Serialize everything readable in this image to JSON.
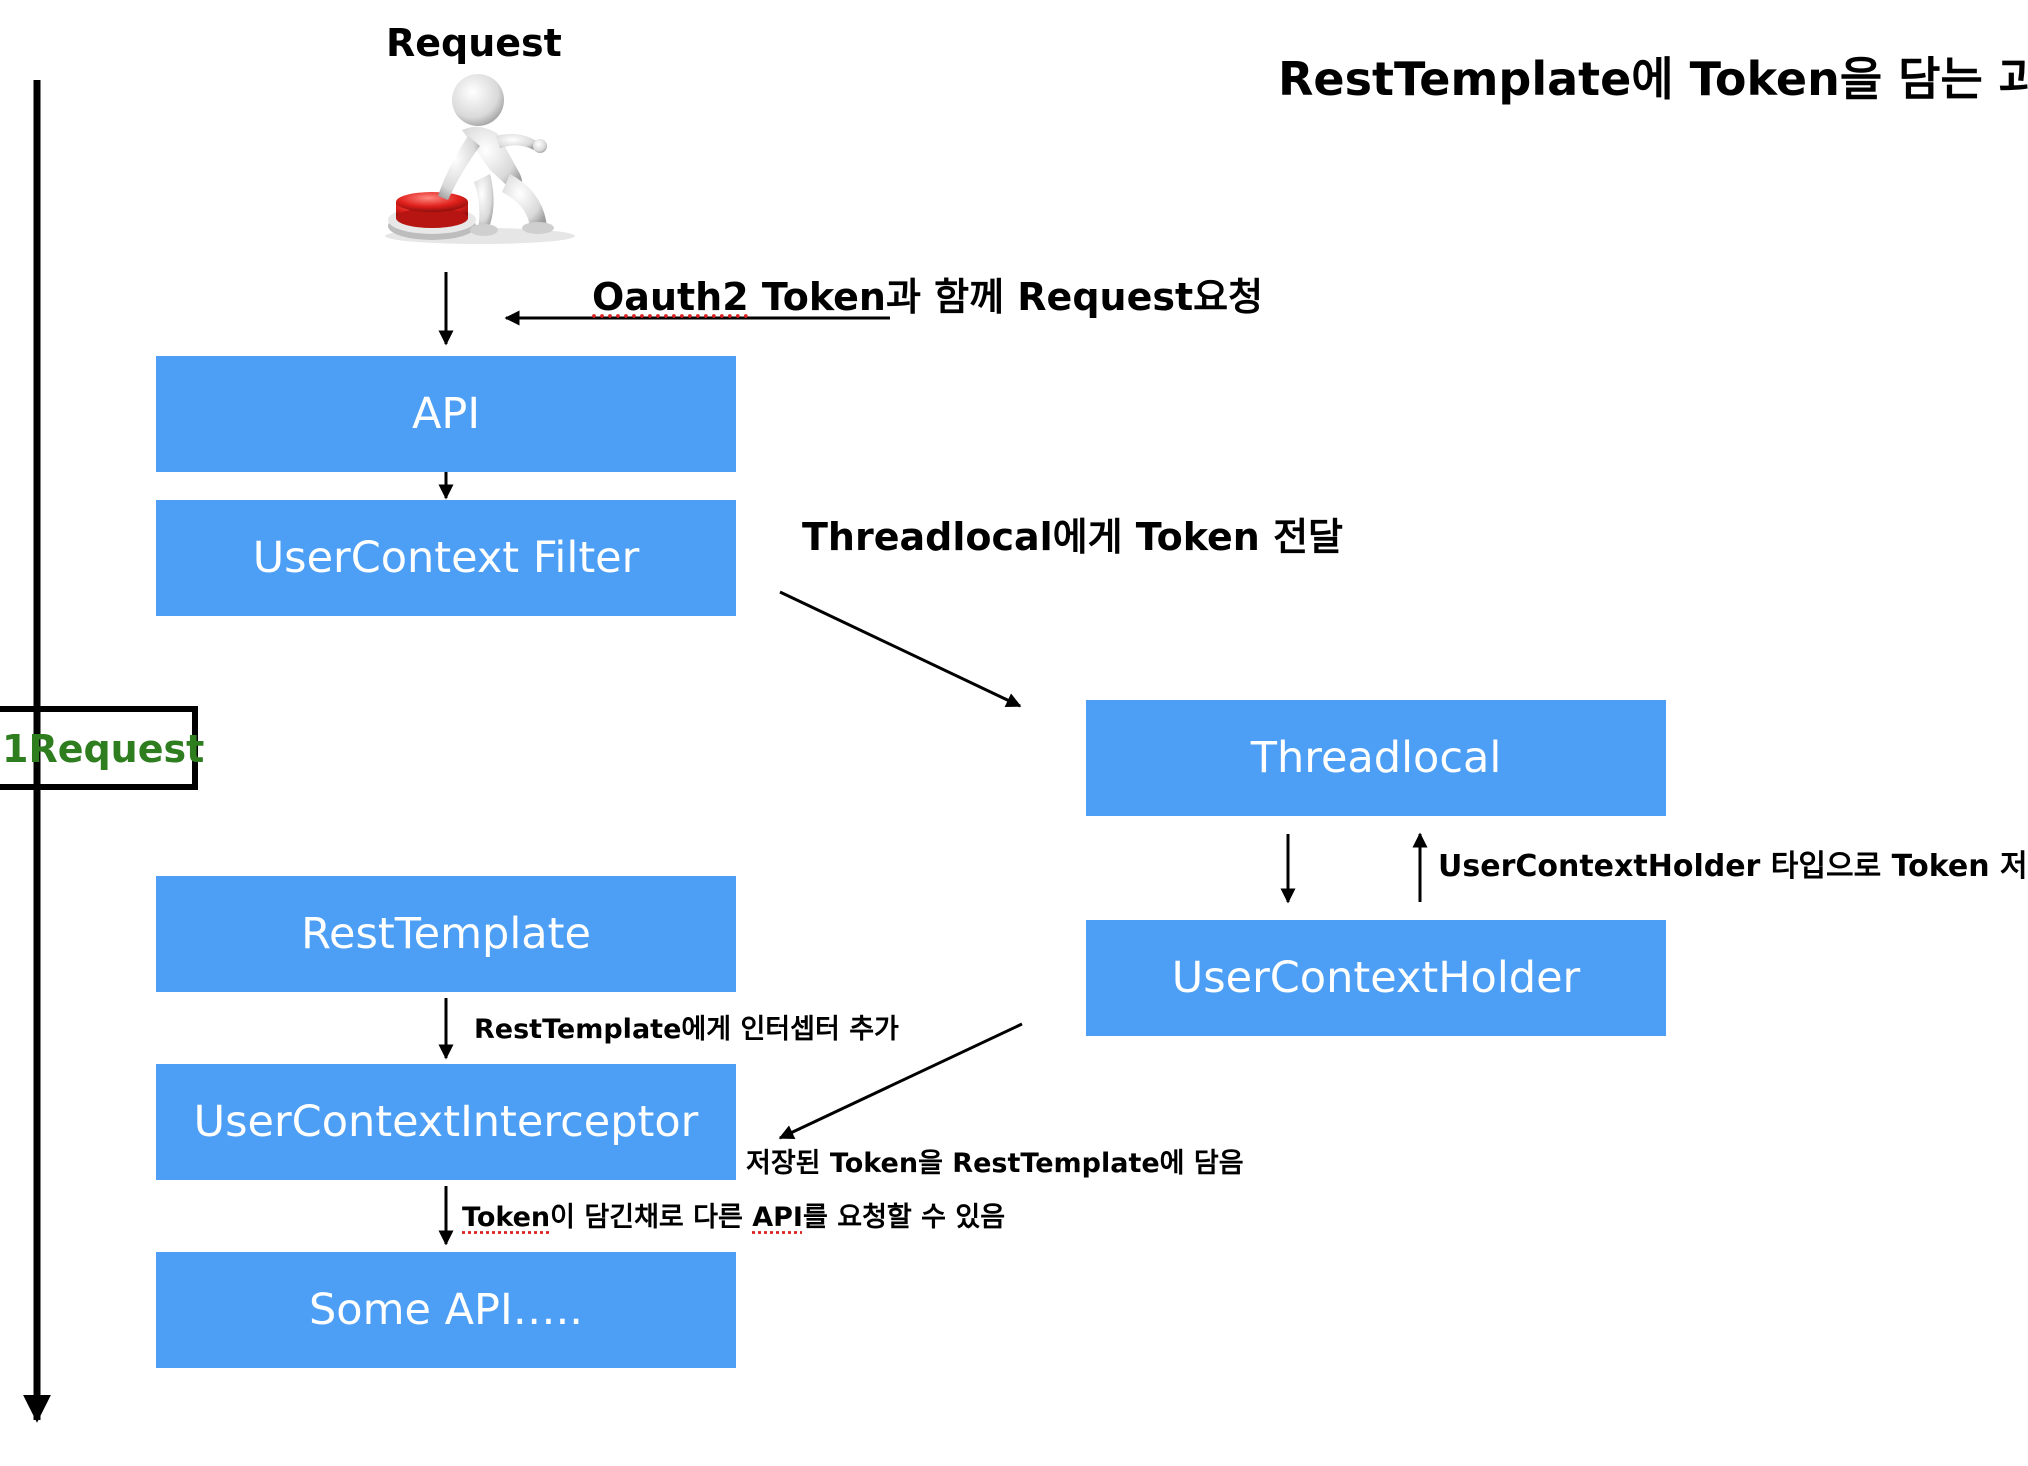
{
  "title": "RestTemplate에 Token을 담는 과정",
  "request_figure": {
    "label": "Request",
    "icon": "person-pressing-button-icon"
  },
  "timeline": {
    "label": "1Request"
  },
  "boxes": {
    "api": "API",
    "usercontext_filter": "UserContext Filter",
    "threadlocal": "Threadlocal",
    "usercontext_holder": "UserContextHolder",
    "resttemplate": "RestTemplate",
    "usercontext_interceptor": "UserContextInterceptor",
    "some_api": "Some API….."
  },
  "annotations": {
    "oauth_prefix": "Oauth2",
    "oauth_rest": " Token과 함께 Request요청",
    "threadlocal_pass": "Threadlocal에게 Token 전달",
    "holder_store": "UserContextHolder 타입으로 Token 저장",
    "add_interceptor": "RestTemplate에게 인터셉터 추가",
    "stored_token": "저장된 Token을 RestTemplate에 담음",
    "token_prefix": "Token",
    "token_mid": "이 담긴채로 다른 ",
    "token_api": "API",
    "token_rest": "를 요청할 수 있음"
  },
  "colors": {
    "box_fill": "#4d9ff5",
    "box_text": "#ffffff",
    "timeline_label": "#2e7d1e",
    "button_red": "#e0201c"
  }
}
